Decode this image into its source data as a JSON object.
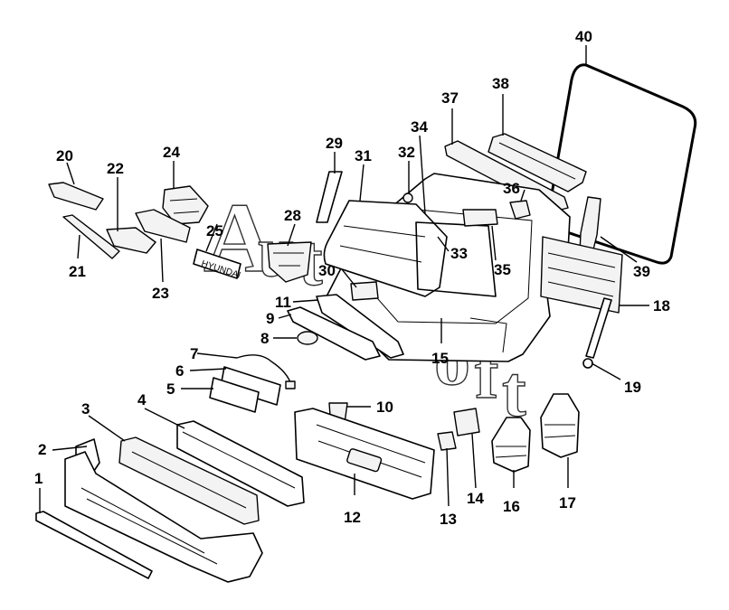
{
  "callouts": [
    {
      "number": "1"
    },
    {
      "number": "2"
    },
    {
      "number": "3"
    },
    {
      "number": "4"
    },
    {
      "number": "5"
    },
    {
      "number": "6"
    },
    {
      "number": "7"
    },
    {
      "number": "8"
    },
    {
      "number": "9"
    },
    {
      "number": "10"
    },
    {
      "number": "11"
    },
    {
      "number": "12"
    },
    {
      "number": "13"
    },
    {
      "number": "14"
    },
    {
      "number": "15"
    },
    {
      "number": "16"
    },
    {
      "number": "17"
    },
    {
      "number": "18"
    },
    {
      "number": "19"
    },
    {
      "number": "20"
    },
    {
      "number": "21"
    },
    {
      "number": "22"
    },
    {
      "number": "23"
    },
    {
      "number": "24"
    },
    {
      "number": "25"
    },
    {
      "number": "28"
    },
    {
      "number": "29"
    },
    {
      "number": "30"
    },
    {
      "number": "31"
    },
    {
      "number": "32"
    },
    {
      "number": "33"
    },
    {
      "number": "34"
    },
    {
      "number": "35"
    },
    {
      "number": "36"
    },
    {
      "number": "37"
    },
    {
      "number": "38"
    },
    {
      "number": "39"
    },
    {
      "number": "40"
    }
  ],
  "emblem_text": "HYUNDAI",
  "watermark_text": "AutoSoft",
  "colors": {
    "line": "#000000",
    "background": "#ffffff"
  }
}
